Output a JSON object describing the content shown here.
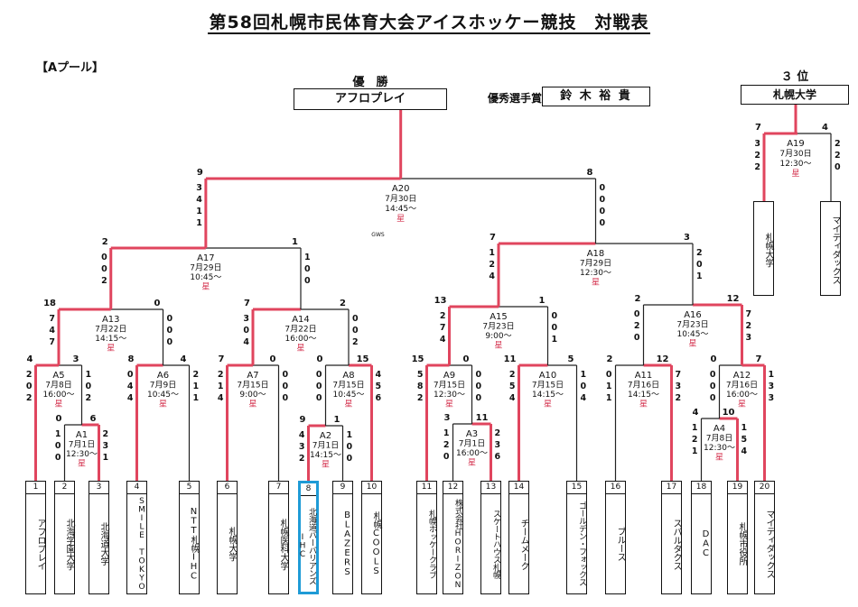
{
  "header": {
    "title": "第58回札幌市民体育大会アイスホッケー競技　対戦表",
    "pool": "【Aプール】"
  },
  "champion": {
    "label": "優　勝",
    "name": "アフロプレイ"
  },
  "mvp": {
    "label": "優秀選手賞",
    "name": "鈴 木 裕 貴"
  },
  "third": {
    "label": "３ 位",
    "name": "札幌大学"
  },
  "note": "GWS",
  "matches": [
    {
      "id": "A1",
      "date": "7月1日",
      "time": "12:30～",
      "star": "星",
      "left": "0",
      "right": "6",
      "lp": [
        "1",
        "0",
        "0"
      ],
      "rp": [
        "2",
        "3",
        "1"
      ]
    },
    {
      "id": "A2",
      "date": "7月1日",
      "time": "14:15～",
      "star": "星",
      "left": "9",
      "right": "1",
      "lp": [
        "4",
        "3",
        "2"
      ],
      "rp": [
        "1",
        "0",
        "0"
      ]
    },
    {
      "id": "A3",
      "date": "7月1日",
      "time": "16:00～",
      "star": "星",
      "left": "3",
      "right": "11",
      "lp": [
        "1",
        "2",
        "0"
      ],
      "rp": [
        "2",
        "3",
        "6"
      ]
    },
    {
      "id": "A4",
      "date": "7月8日",
      "time": "12:30～",
      "star": "星",
      "left": "4",
      "right": "10",
      "lp": [
        "1",
        "2",
        "1"
      ],
      "rp": [
        "1",
        "5",
        "4"
      ]
    },
    {
      "id": "A5",
      "date": "7月8日",
      "time": "16:00～",
      "star": "星",
      "left": "4",
      "right": "3",
      "lp": [
        "2",
        "0",
        "2"
      ],
      "rp": [
        "1",
        "0",
        "2"
      ]
    },
    {
      "id": "A6",
      "date": "7月9日",
      "time": "10:45～",
      "star": "星",
      "left": "8",
      "right": "4",
      "lp": [
        "0",
        "4",
        "4"
      ],
      "rp": [
        "2",
        "1",
        "1"
      ]
    },
    {
      "id": "A7",
      "date": "7月15日",
      "time": "9:00～",
      "star": "星",
      "left": "7",
      "right": "0",
      "lp": [
        "2",
        "1",
        "4"
      ],
      "rp": [
        "0",
        "0",
        "0"
      ]
    },
    {
      "id": "A8",
      "date": "7月15日",
      "time": "10:45～",
      "star": "星",
      "left": "0",
      "right": "15",
      "lp": [
        "0",
        "0",
        "0"
      ],
      "rp": [
        "4",
        "5",
        "6"
      ]
    },
    {
      "id": "A9",
      "date": "7月15日",
      "time": "12:30～",
      "star": "星",
      "left": "15",
      "right": "0",
      "lp": [
        "5",
        "8",
        "2"
      ],
      "rp": [
        "0",
        "0",
        "0"
      ]
    },
    {
      "id": "A10",
      "date": "7月15日",
      "time": "14:15～",
      "star": "星",
      "left": "11",
      "right": "5",
      "lp": [
        "2",
        "5",
        "4"
      ],
      "rp": [
        "1",
        "0",
        "4"
      ]
    },
    {
      "id": "A11",
      "date": "7月16日",
      "time": "14:15～",
      "star": "星",
      "left": "2",
      "right": "12",
      "lp": [
        "0",
        "1",
        "1"
      ],
      "rp": [
        "7",
        "3",
        "2"
      ]
    },
    {
      "id": "A12",
      "date": "7月16日",
      "time": "16:00～",
      "star": "星",
      "left": "0",
      "right": "7",
      "lp": [
        "0",
        "0",
        "0"
      ],
      "rp": [
        "1",
        "3",
        "3"
      ]
    },
    {
      "id": "A13",
      "date": "7月22日",
      "time": "14:15～",
      "star": "星",
      "left": "18",
      "right": "0",
      "lp": [
        "7",
        "4",
        "7"
      ],
      "rp": [
        "0",
        "0",
        "0"
      ]
    },
    {
      "id": "A14",
      "date": "7月22日",
      "time": "16:00～",
      "star": "星",
      "left": "7",
      "right": "2",
      "lp": [
        "3",
        "0",
        "4"
      ],
      "rp": [
        "0",
        "0",
        "2"
      ]
    },
    {
      "id": "A15",
      "date": "7月23日",
      "time": "9:00～",
      "star": "星",
      "left": "13",
      "right": "1",
      "lp": [
        "2",
        "7",
        "4"
      ],
      "rp": [
        "0",
        "0",
        "1"
      ]
    },
    {
      "id": "A16",
      "date": "7月23日",
      "time": "10:45～",
      "star": "星",
      "left": "2",
      "right": "12",
      "lp": [
        "0",
        "2",
        "0"
      ],
      "rp": [
        "7",
        "2",
        "3"
      ]
    },
    {
      "id": "A17",
      "date": "7月29日",
      "time": "10:45～",
      "star": "星",
      "left": "2",
      "right": "1",
      "lp": [
        "0",
        "0",
        "2"
      ],
      "rp": [
        "1",
        "0",
        "0"
      ]
    },
    {
      "id": "A18",
      "date": "7月29日",
      "time": "12:30～",
      "star": "星",
      "left": "7",
      "right": "3",
      "lp": [
        "1",
        "2",
        "4"
      ],
      "rp": [
        "2",
        "0",
        "1"
      ]
    },
    {
      "id": "A19",
      "date": "7月30日",
      "time": "12:30～",
      "star": "星",
      "left": "7",
      "right": "4",
      "lp": [
        "3",
        "2",
        "2"
      ],
      "rp": [
        "2",
        "2",
        "0"
      ]
    },
    {
      "id": "A20",
      "date": "7月30日",
      "time": "14:45～",
      "star": "星",
      "left": "9",
      "right": "8",
      "lp": [
        "3",
        "4",
        "1",
        "1"
      ],
      "rp": [
        "0",
        "0",
        "0",
        "0"
      ]
    }
  ],
  "teams": [
    {
      "num": "1",
      "name": "アフロプレイ"
    },
    {
      "num": "2",
      "name": "北海学園大学"
    },
    {
      "num": "3",
      "name": "北海道大学"
    },
    {
      "num": "4",
      "name": "SMILE TOKYO"
    },
    {
      "num": "5",
      "name": "NTT札幌IHC"
    },
    {
      "num": "6",
      "name": "札幌大学"
    },
    {
      "num": "7",
      "name": "札幌医科大学"
    },
    {
      "num": "8",
      "name": "北海道バーバリアンズIHC"
    },
    {
      "num": "9",
      "name": "BLAZERS"
    },
    {
      "num": "10",
      "name": "札幌COOLS"
    },
    {
      "num": "11",
      "name": "札幌ホッケークラブ"
    },
    {
      "num": "12",
      "name": "株式会社HORIZON"
    },
    {
      "num": "13",
      "name": "スケートハウス札幌"
    },
    {
      "num": "14",
      "name": "チームメーク"
    },
    {
      "num": "15",
      "name": "ゴールデン・フォックス"
    },
    {
      "num": "16",
      "name": "ブルース"
    },
    {
      "num": "17",
      "name": "スパルタクス"
    },
    {
      "num": "18",
      "name": "DAC"
    },
    {
      "num": "19",
      "name": "札幌市役所"
    },
    {
      "num": "20",
      "name": "マイティダックス"
    }
  ],
  "third_teams": [
    {
      "name": "札幌大学"
    },
    {
      "name": "マイティダックス"
    }
  ],
  "colors": {
    "win": "#e0455e",
    "line": "#222222",
    "star": "#d4334f",
    "highlight": "#1f9bd6"
  }
}
